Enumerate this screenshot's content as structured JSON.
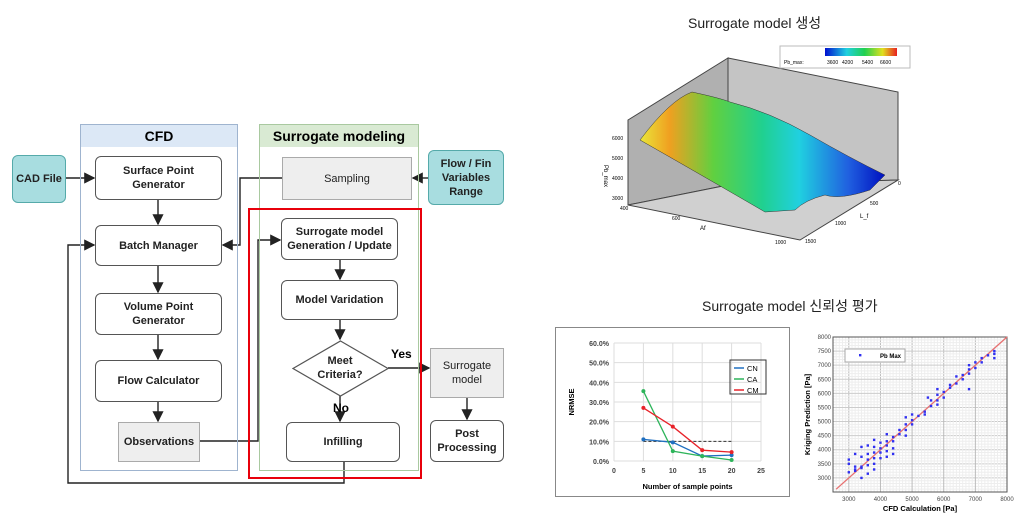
{
  "flow": {
    "cfd_header": "CFD",
    "sm_header": "Surrogate modeling",
    "cad": "CAD File",
    "surface": "Surface Point Generator",
    "batch": "Batch Manager",
    "volume": "Volume Point Generator",
    "flowcalc": "Flow Calculator",
    "obs": "Observations",
    "sampling": "Sampling",
    "range": "Flow / Fin Variables Range",
    "gen": "Surrogate model Generation / Update",
    "valid": "Model Varidation",
    "criteria": "Meet Criteria?",
    "yes": "Yes",
    "no": "No",
    "infill": "Infilling",
    "smodel": "Surrogate model",
    "post": "Post Processing",
    "colors": {
      "cfd_head": "#dce8f6",
      "sm_head": "#d9ead3",
      "teal": "#a8dde0",
      "red": "#e8000b"
    }
  },
  "surface": {
    "title": "Surrogate model 생성",
    "legend_label": "Pb_max:",
    "legend_ticks": [
      "3600",
      "4200",
      "5400",
      "6600"
    ],
    "z_ticks": [
      "3000",
      "4000",
      "5000",
      "6000"
    ],
    "x_label": "Af",
    "x_ticks": [
      "400",
      "600",
      "1000"
    ],
    "y_label": "L_f",
    "y_ticks": [
      "0",
      "500",
      "1000",
      "1500"
    ],
    "z_label": "Pb_max"
  },
  "eval_title": "Surrogate model 신뢰성 평가",
  "chart_data": [
    {
      "type": "line",
      "title": "",
      "xlabel": "Number of sample points",
      "ylabel": "NRMSE",
      "xlim": [
        0,
        25
      ],
      "ylim": [
        0,
        60
      ],
      "x_ticks": [
        "0",
        "5",
        "10",
        "15",
        "20",
        "25"
      ],
      "y_ticks": [
        "0.0%",
        "10.0%",
        "20.0%",
        "30.0%",
        "40.0%",
        "50.0%",
        "60.0%"
      ],
      "x": [
        5,
        10,
        15,
        20
      ],
      "series": [
        {
          "name": "CN",
          "color": "#1f6fc0",
          "values": [
            11,
            9.5,
            2.5,
            3
          ]
        },
        {
          "name": "CA",
          "color": "#2db45a",
          "values": [
            35.5,
            5,
            2.5,
            0.5
          ]
        },
        {
          "name": "CM",
          "color": "#e8232a",
          "values": [
            27,
            17.5,
            5.5,
            4.5
          ]
        }
      ],
      "reference": {
        "value": 10,
        "x": [
          5,
          20
        ]
      },
      "legend": "top-right"
    },
    {
      "type": "scatter",
      "xlabel": "CFD Calculation [Pa]",
      "ylabel": "Kriging Prediction [Pa]",
      "xlim": [
        2500,
        8000
      ],
      "ylim": [
        2500,
        8000
      ],
      "x_ticks": [
        "3000",
        "4000",
        "5000",
        "6000",
        "7000",
        "8000"
      ],
      "y_ticks": [
        "3000",
        "3500",
        "4000",
        "4500",
        "5000",
        "5500",
        "6000",
        "6500",
        "7000",
        "7500",
        "8000"
      ],
      "legend": "top-left",
      "series_name": "Pb Max",
      "points": [
        [
          3000,
          3650
        ],
        [
          3000,
          3500
        ],
        [
          3000,
          3200
        ],
        [
          3200,
          3850
        ],
        [
          3200,
          3400
        ],
        [
          3200,
          3300
        ],
        [
          3200,
          3250
        ],
        [
          3400,
          4100
        ],
        [
          3400,
          3750
        ],
        [
          3400,
          3400
        ],
        [
          3400,
          3350
        ],
        [
          3400,
          3000
        ],
        [
          3600,
          4150
        ],
        [
          3600,
          3850
        ],
        [
          3600,
          3650
        ],
        [
          3600,
          3450
        ],
        [
          3600,
          3150
        ],
        [
          3800,
          4350
        ],
        [
          3800,
          4100
        ],
        [
          3800,
          3900
        ],
        [
          3800,
          3700
        ],
        [
          3800,
          3500
        ],
        [
          3800,
          3300
        ],
        [
          4000,
          4250
        ],
        [
          4000,
          4050
        ],
        [
          4000,
          3900
        ],
        [
          4000,
          3700
        ],
        [
          4200,
          4550
        ],
        [
          4200,
          4300
        ],
        [
          4200,
          4150
        ],
        [
          4200,
          3950
        ],
        [
          4200,
          3750
        ],
        [
          4400,
          4450
        ],
        [
          4400,
          4300
        ],
        [
          4400,
          4050
        ],
        [
          4400,
          3850
        ],
        [
          4600,
          4700
        ],
        [
          4600,
          4550
        ],
        [
          4800,
          5150
        ],
        [
          4800,
          4900
        ],
        [
          4800,
          4700
        ],
        [
          4800,
          4500
        ],
        [
          5000,
          5250
        ],
        [
          5000,
          5050
        ],
        [
          5000,
          4900
        ],
        [
          5200,
          5200
        ],
        [
          5400,
          5350
        ],
        [
          5400,
          5250
        ],
        [
          5500,
          5850
        ],
        [
          5600,
          5750
        ],
        [
          5600,
          5550
        ],
        [
          5800,
          6150
        ],
        [
          5800,
          5950
        ],
        [
          5800,
          5750
        ],
        [
          5800,
          5600
        ],
        [
          6000,
          6050
        ],
        [
          6000,
          5850
        ],
        [
          6200,
          6300
        ],
        [
          6200,
          6200
        ],
        [
          6400,
          6600
        ],
        [
          6400,
          6350
        ],
        [
          6600,
          6650
        ],
        [
          6600,
          6500
        ],
        [
          6800,
          7000
        ],
        [
          6800,
          6850
        ],
        [
          6800,
          6700
        ],
        [
          6800,
          6150
        ],
        [
          7000,
          7100
        ],
        [
          7000,
          6900
        ],
        [
          7200,
          7250
        ],
        [
          7200,
          7100
        ],
        [
          7400,
          7350
        ],
        [
          7600,
          7500
        ],
        [
          7600,
          7400
        ],
        [
          7600,
          7250
        ]
      ]
    }
  ]
}
